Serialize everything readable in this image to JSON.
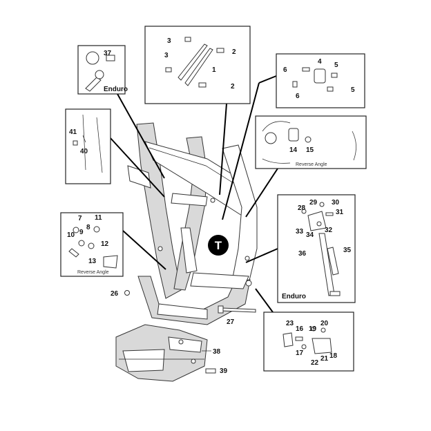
{
  "center_badge": "T",
  "tags": {
    "enduro_lock": "Enduro",
    "enduro_stand": "Enduro"
  },
  "captions": {
    "reverse_angle_1": "Reverse Angle",
    "reverse_angle_2": "Reverse Angle"
  },
  "callouts": [
    "1",
    "2",
    "2",
    "3",
    "3",
    "4",
    "5",
    "5",
    "6",
    "6",
    "7",
    "8",
    "9",
    "10",
    "11",
    "12",
    "13",
    "14",
    "15",
    "16",
    "17",
    "18",
    "19",
    "20",
    "21",
    "22",
    "23",
    "26",
    "27",
    "28",
    "29",
    "30",
    "31",
    "32",
    "33",
    "34",
    "35",
    "36",
    "37",
    "38",
    "39",
    "40",
    "41"
  ]
}
